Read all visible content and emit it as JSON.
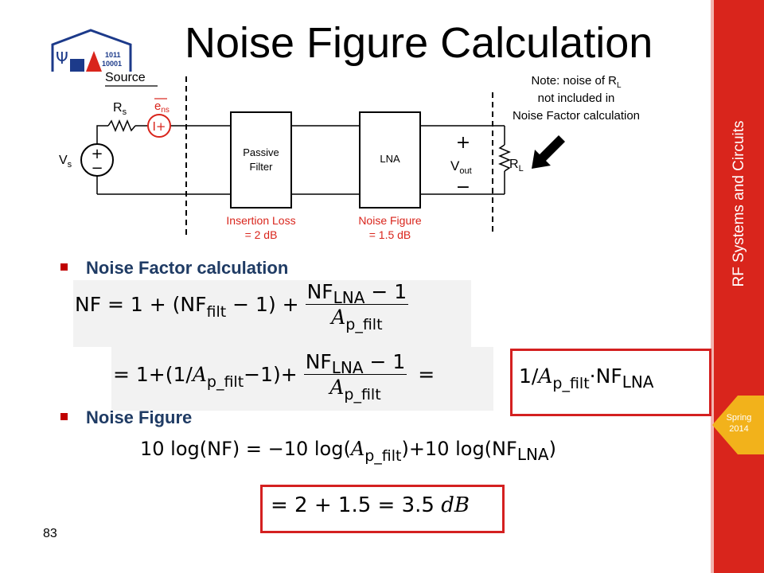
{
  "page_title": "Noise Figure Calculation",
  "sidebar": {
    "course": "RF Systems and Circuits",
    "term_line1": "Spring",
    "term_line2": "2014"
  },
  "slide_number": "83",
  "logo": {
    "code_line1": "1011",
    "code_line2": "10001"
  },
  "diagram": {
    "source_label": "Source",
    "rs": "R",
    "rs_sub": "s",
    "ens": "e",
    "ens_sub": "ns",
    "vs": "V",
    "vs_sub": "s",
    "filter_line1": "Passive",
    "filter_line2": "Filter",
    "lna": "LNA",
    "insertion_loss_line1": "Insertion Loss",
    "insertion_loss_line2": "= 2 dB",
    "noise_figure_line1": "Noise Figure",
    "noise_figure_line2": "= 1.5 dB",
    "plus": "+",
    "minus": "−",
    "vout": "V",
    "vout_sub": "out",
    "rl": "R",
    "rl_sub": "L",
    "note_line1": "Note: noise of R",
    "note_line1_sub": "L",
    "note_line2": "not included in",
    "note_line3": "Noise Factor calculation"
  },
  "bullets": {
    "factor": "Noise Factor calculation",
    "figure": "Noise Figure"
  },
  "eq1": {
    "lhs": "NF = 1 + (NF",
    "filt": "filt",
    "mid": " − 1) + ",
    "num_nf": "NF",
    "lna": "LNA",
    "num_rest": " − 1",
    "den_a": "A",
    "den_sub": "p_filt"
  },
  "eq2": {
    "lhs": "= 1+(1/",
    "a": "A",
    "sub": "p_filt",
    "rest": "−1)+",
    "num_nf": "NF",
    "lna": "LNA",
    "num_rest": " − 1",
    "den_a": "A",
    "den_sub": "p_filt",
    "eq": "="
  },
  "eq2_box": {
    "pre": "1/",
    "a": "A",
    "sub": "p_filt",
    "dot": "·NF",
    "lna": "LNA"
  },
  "eq3": {
    "pre": "10 log(NF) = −10 log(",
    "a": "A",
    "sub": "p_filt",
    "mid": ")+10 log(NF",
    "lna": "LNA",
    "end": ")"
  },
  "eq4": {
    "text": "= 2 + 1.5 = 3.5 ",
    "unit": "dB"
  },
  "colors": {
    "accent_red": "#d9251c",
    "box_red": "#d42020",
    "bullet_blue": "#1f3b64",
    "noise_red": "#d9251c"
  }
}
